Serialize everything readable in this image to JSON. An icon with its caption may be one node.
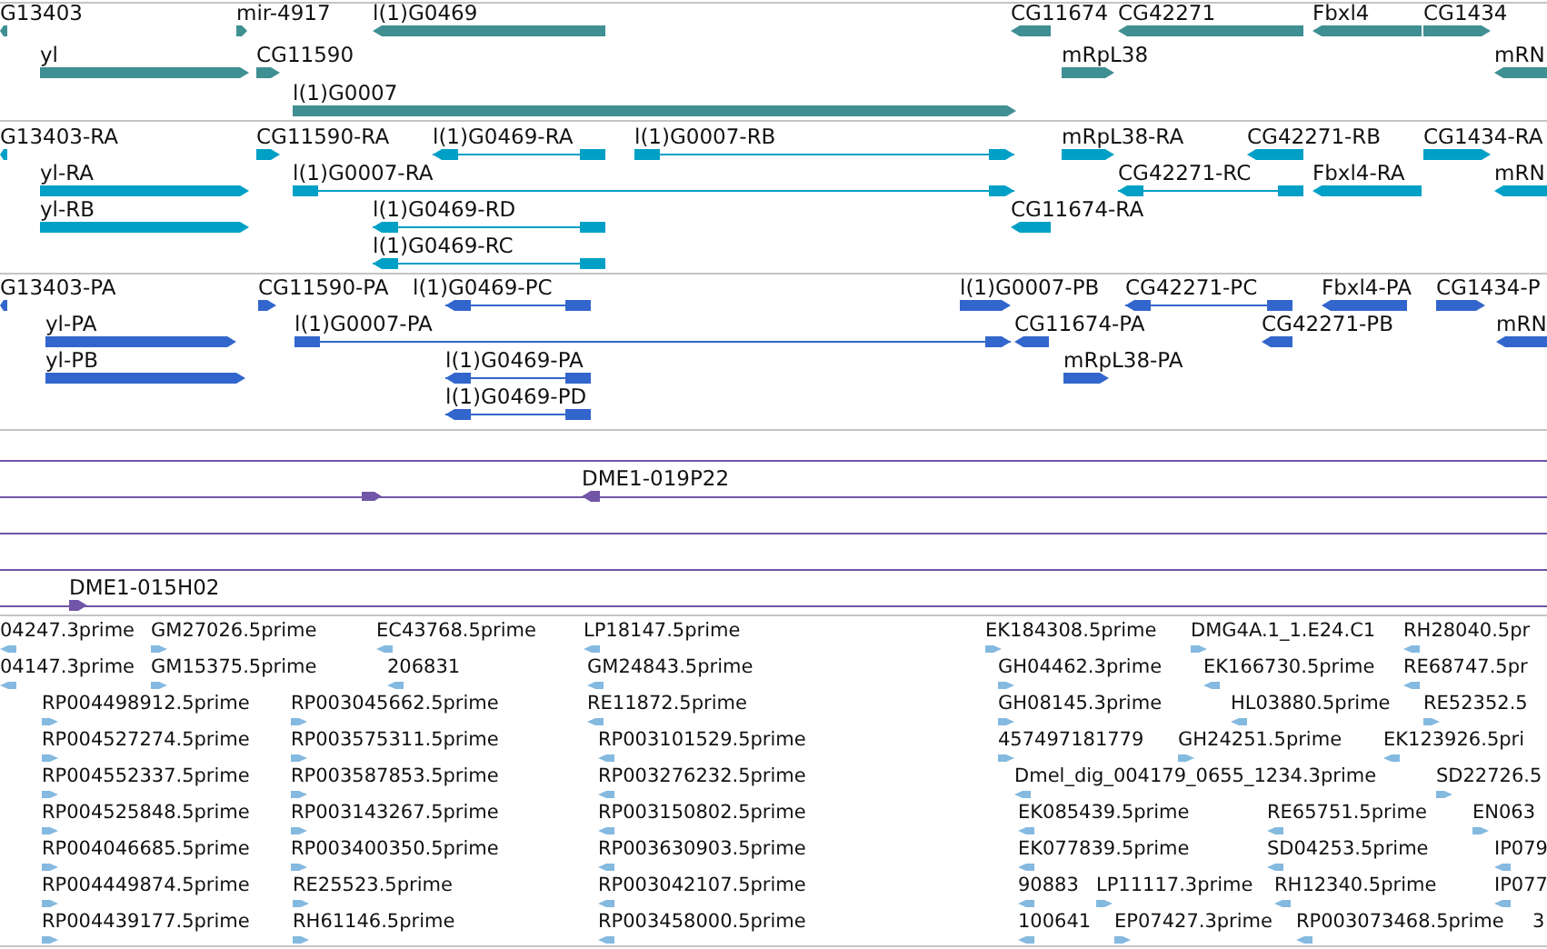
{
  "diagram": {
    "labels": [
      "G13403",
      "mir-4917",
      "l(1)G0469",
      "CG11674",
      "CG42271",
      "Fbxl4",
      "CG1434",
      "yl",
      "CG11590",
      "mRpL38",
      "mRN",
      "l(1)G0007",
      "G13403-RA",
      "CG11590-RA",
      "l(1)G0469-RA",
      "l(1)G0007-RB",
      "mRpL38-RA",
      "CG42271-RB",
      "CG1434-RA",
      "yl-RA",
      "l(1)G0007-RA",
      "CG42271-RC",
      "Fbxl4-RA",
      "mRN",
      "yl-RB",
      "l(1)G0469-RD",
      "CG11674-RA",
      "l(1)G0469-RC",
      "G13403-PA",
      "CG11590-PA",
      "l(1)G0469-PC",
      "l(1)G0007-PB",
      "CG42271-PC",
      "Fbxl4-PA",
      "CG1434-P",
      "yl-PA",
      "l(1)G0007-PA",
      "CG11674-PA",
      "CG42271-PB",
      "mRN",
      "yl-PB",
      "l(1)G0469-PA",
      "mRpL38-PA",
      "l(1)G0469-PD",
      "DME1-019P22",
      "DME1-015H02",
      "04247.3prime",
      "GM27026.5prime",
      "EC43768.5prime",
      "LP18147.5prime",
      "EK184308.5prime",
      "DMG4A.1_1.E24.C1",
      "RH28040.5pr",
      "04147.3prime",
      "GM15375.5prime",
      "206831",
      "GM24843.5prime",
      "GH04462.3prime",
      "EK166730.5prime",
      "RE68747.5pr",
      "RP004498912.5prime",
      "RP003045662.5prime",
      "RE11872.5prime",
      "GH08145.3prime",
      "HL03880.5prime",
      "RE52352.5",
      "RP004527274.5prime",
      "RP003575311.5prime",
      "RP003101529.5prime",
      "457497181779",
      "GH24251.5prime",
      "EK123926.5pri",
      "RP004552337.5prime",
      "RP003587853.5prime",
      "RP003276232.5prime",
      "Dmel_dig_004179_0655_1234.3prime",
      "SD22726.5",
      "RP004525848.5prime",
      "RP003143267.5prime",
      "RP003150802.5prime",
      "EK085439.5prime",
      "RE65751.5prime",
      "EN063",
      "RP004046685.5prime",
      "RP003400350.5prime",
      "RP003630903.5prime",
      "EK077839.5prime",
      "SD04253.5prime",
      "IP079",
      "RP004449874.5prime",
      "RE25523.5prime",
      "RP003042107.5prime",
      "90883",
      "LP11117.3prime",
      "RH12340.5prime",
      "IP077",
      "RP004439177.5prime",
      "RH61146.5prime",
      "RP003458000.5prime",
      "100641",
      "EP07427.3prime",
      "RP003073468.5prime",
      "3"
    ]
  }
}
